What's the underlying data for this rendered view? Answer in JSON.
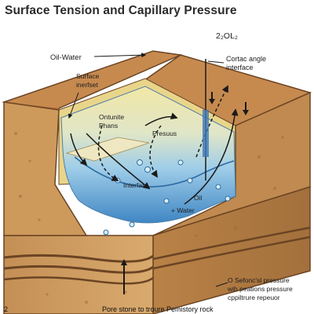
{
  "title": "Surface Tension and Capillary Pressure",
  "labels": {
    "oil_water": "Oil-Water",
    "surface_interface_line1": "Surface",
    "surface_interface_line2": "inerfset",
    "formula": "2₂OL₂",
    "contact_angle_line1": "Cortac angle",
    "contact_angle_line2": "interface",
    "ont_unite_line1": "Ontunite",
    "ont_unite_line2": "Phans",
    "pressure": "Presuus",
    "interfars": "Interfars",
    "oil": "Oil",
    "water": "+ Water",
    "note_line1": "O  Sefonc'sl pressure",
    "note_line2": "wih peations pressure",
    "note_line3": "cppiltrure repeuor",
    "bottom_number": "2",
    "bottom_caption": "Pore stone to troure Pemistory rock"
  },
  "colors": {
    "soil": "#c99a5e",
    "soil_dark": "#a8753f",
    "top_crust": "#c0723f",
    "water_blue": "#5ea8d8",
    "oil_yellow": "#e9d98a",
    "rock_stripe": "#6b4423"
  },
  "icons": [
    "down-arrow-icon",
    "up-arrow-icon"
  ]
}
